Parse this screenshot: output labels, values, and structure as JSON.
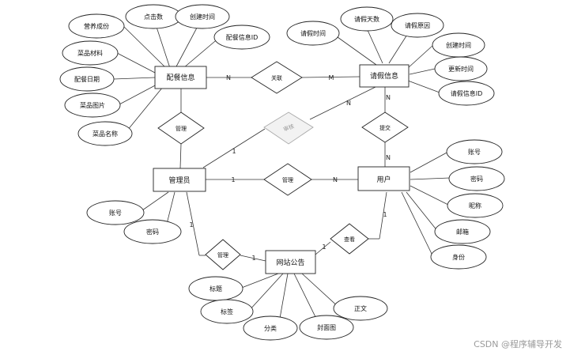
{
  "entities": {
    "dining": "配餐信息",
    "leave": "请假信息",
    "admin": "管理员",
    "user": "用户",
    "notice": "网站公告"
  },
  "relations": {
    "dining_leave": "关联",
    "admin_dining": "管理",
    "admin_leave": "审核",
    "user_leave": "提交",
    "admin_user": "管理",
    "admin_notice": "管理",
    "user_notice": "查看"
  },
  "attributes": {
    "dining": [
      "营养成份",
      "点击数",
      "创建时间",
      "配餐信息ID",
      "菜品材料",
      "配餐日期",
      "菜品图片",
      "菜品名称"
    ],
    "leave": [
      "请假时间",
      "请假天数",
      "请假原因",
      "创建时间",
      "更新时间",
      "请假信息ID"
    ],
    "admin": [
      "账号",
      "密码"
    ],
    "user": [
      "账号",
      "密码",
      "昵称",
      "邮箱",
      "身份"
    ],
    "notice": [
      "标题",
      "标签",
      "分类",
      "封面图",
      "正文"
    ]
  },
  "cardinalities": {
    "dining_rel": "N",
    "rel_leave": "M",
    "leave_faded": "N",
    "faded_admin": "1",
    "leave_submit": "N",
    "submit_user": "N",
    "admin_manage": "1",
    "manage_user": "N",
    "admin_notice_a": "1",
    "admin_notice_b": "1",
    "user_view_a": "1",
    "user_view_b": "1"
  },
  "watermark": "CSDN @程序辅导开发"
}
